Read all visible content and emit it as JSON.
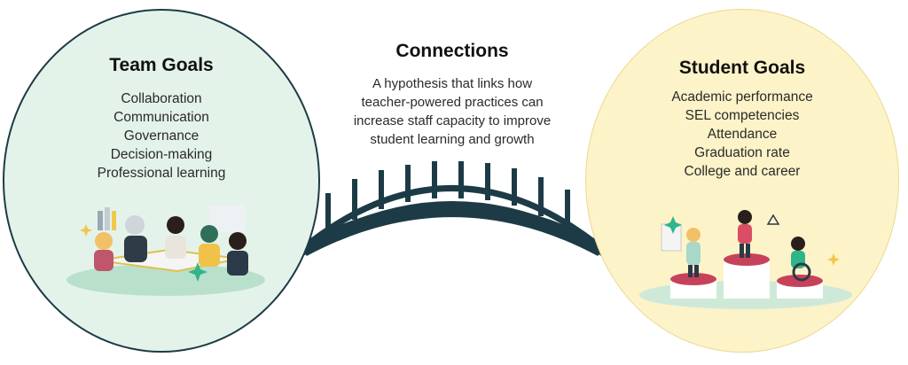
{
  "team": {
    "title": "Team Goals",
    "items": [
      "Collaboration",
      "Communication",
      "Governance",
      "Decision-making",
      "Professional learning"
    ]
  },
  "connections": {
    "title": "Connections",
    "lines": [
      "A hypothesis that links how",
      "teacher-powered practices can",
      "increase staff capacity to improve",
      "student learning and growth"
    ]
  },
  "student": {
    "title": "Student Goals",
    "items": [
      "Academic performance",
      "SEL competencies",
      "Attendance",
      "Graduation rate",
      "College and career"
    ]
  },
  "colors": {
    "team_fill": "#e4f3ea",
    "team_border": "#1d3b46",
    "student_fill": "#fdf3c8",
    "bridge": "#1d3b46"
  }
}
